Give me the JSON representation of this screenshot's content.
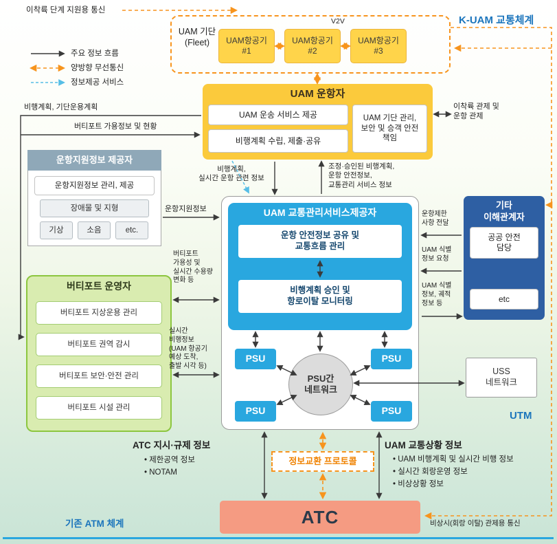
{
  "colors": {
    "accent_blue": "#29A7DF",
    "accent_orange": "#F7941D",
    "dark_blue": "#2E5FA3",
    "green": "#8CC63F",
    "yellow": "#FBCA3C",
    "salmon": "#F59B82"
  },
  "legend": {
    "support_comm_label": "이착륙 단계 지원용 통신",
    "items": [
      {
        "icon": "solid-arrow",
        "label": "주요 정보 흐름"
      },
      {
        "icon": "orange-dashed-arrow",
        "label": "양방향 무선통신"
      },
      {
        "icon": "blue-dashed-arrow",
        "label": "정보제공 서비스"
      }
    ]
  },
  "titles": {
    "kuam": "K-UAM 교통체계",
    "utm": "UTM",
    "atm": "기존 ATM 체계"
  },
  "fleet": {
    "label": "UAM 기단\n(Fleet)",
    "v2v": "V2V",
    "aircraft": [
      {
        "label": "UAM항공기\n#1"
      },
      {
        "label": "UAM항공기\n#2"
      },
      {
        "label": "UAM항공기\n#3"
      }
    ]
  },
  "operator": {
    "title": "UAM 운항자",
    "box1": "UAM 운송 서비스 제공",
    "box2": "비행계획 수립, 제출·공유",
    "box3": "UAM 기단 관리,\n보안 및 승객 안전\n책임"
  },
  "support_provider": {
    "title": "운항지원정보 제공자",
    "box1": "운항지원정보 관리, 제공",
    "box2": "장애물 및 지형",
    "minis": [
      "기상",
      "소음",
      "etc."
    ]
  },
  "vertiport": {
    "title": "버티포트 운영자",
    "items": [
      "버티포트 지상운용 관리",
      "버티포트 권역 감시",
      "버티포트 보안·안전 관리",
      "버티포트 시설 관리"
    ]
  },
  "tmsp": {
    "title": "UAM 교통관리서비스제공자",
    "box1": "운항 안전정보 공유 및\n교통흐름 관리",
    "box2": "비행계획 승인 및\n항로이탈 모니터링",
    "psu": "PSU",
    "network": "PSU간\n네트워크"
  },
  "stakeholders": {
    "title": "기타\n이해관계자",
    "box1": "공공 안전\n담당",
    "box2": "etc"
  },
  "uss": {
    "label": "USS\n네트워크"
  },
  "flows": {
    "flight_plan": "비행계획, 기단운용계획",
    "vertiport_avail": "버티포트 가용정보 및 현황",
    "takeoff_control": "이착륙 관제 및\n운항 관제",
    "realtime_ops": "비행계획,\n실시간 운항 관련 정보",
    "adjusted_plan": "조정·승인된 비행계획,\n운항 안전정보,\n교통관리 서비스 정보",
    "support_info": "운항지원정보",
    "vertiport_capacity": "버티포트\n가용성 및\n실시간 수용량\n변화 등",
    "realtime_flight": "실시간\n비행정보\n(UAM 항공기\n예상 도착,\n출발 시각 등)",
    "restriction": "운항제한\n사항 전달",
    "id_request": "UAM 식별\n정보 요청",
    "id_info": "UAM 식별\n정보, 궤적\n정보 등",
    "emergency": "비상시(회랑 이탈) 관제용 통신"
  },
  "bottom": {
    "atc_directive": {
      "title": "ATC 지시·규제 정보",
      "bullets": [
        "• 제한공역 정보",
        "• NOTAM"
      ]
    },
    "protocol": "정보교환 프로토콜",
    "traffic_status": {
      "title": "UAM 교통상황 정보",
      "bullets": [
        "• UAM 비행계획 및 실시간 비행 정보",
        "• 실시간 회랑운영 정보",
        "• 비상상황 정보"
      ]
    },
    "atc": "ATC"
  }
}
